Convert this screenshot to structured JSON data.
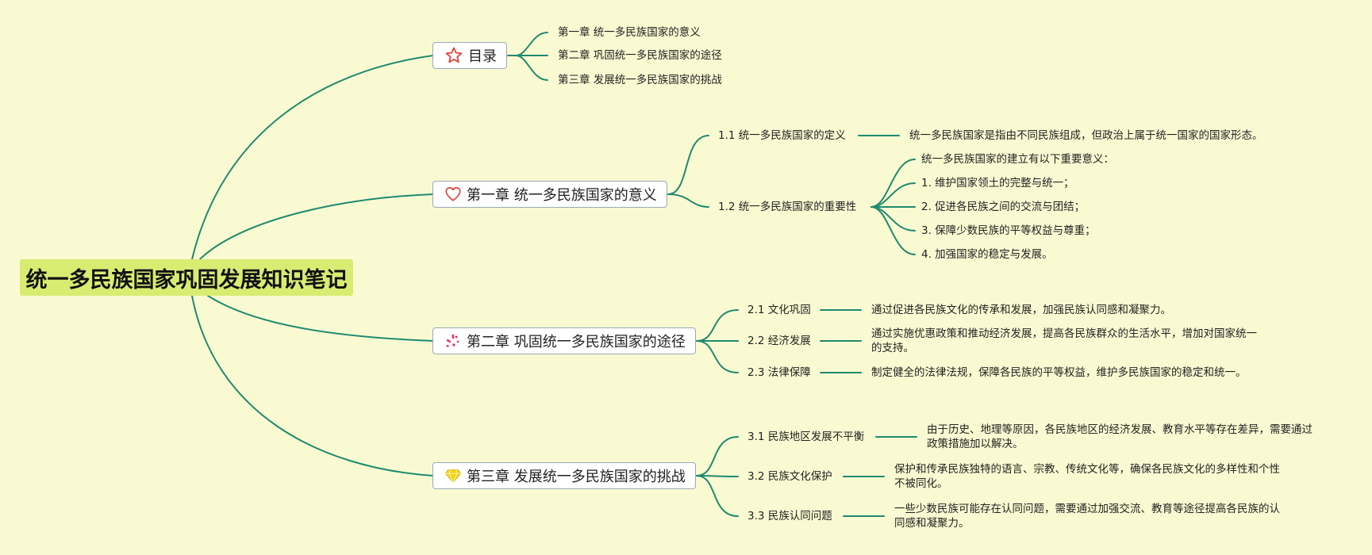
{
  "root": {
    "title": "统一多民族国家巩固发展知识笔记"
  },
  "toc": {
    "label": "目录",
    "items": [
      "第一章 统一多民族国家的意义",
      "第二章 巩固统一多民族国家的途径",
      "第三章 发展统一多民族国家的挑战"
    ]
  },
  "ch1": {
    "label": "第一章 统一多民族国家的意义",
    "s1": {
      "title": "1.1 统一多民族国家的定义",
      "desc": "统一多民族国家是指由不同民族组成，但政治上属于统一国家的国家形态。"
    },
    "s2": {
      "title": "1.2 统一多民族国家的重要性",
      "points": [
        "统一多民族国家的建立有以下重要意义：",
        "1. 维护国家领土的完整与统一；",
        "2. 促进各民族之间的交流与团结；",
        "3. 保障少数民族的平等权益与尊重；",
        "4. 加强国家的稳定与发展。"
      ]
    }
  },
  "ch2": {
    "label": "第二章 巩固统一多民族国家的途径",
    "s1": {
      "title": "2.1 文化巩固",
      "desc": "通过促进各民族文化的传承和发展，加强民族认同感和凝聚力。"
    },
    "s2": {
      "title": "2.2 经济发展",
      "desc": "通过实施优惠政策和推动经济发展，提高各民族群众的生活水平，增加对国家统一的支持。"
    },
    "s3": {
      "title": "2.3 法律保障",
      "desc": "制定健全的法律法规，保障各民族的平等权益，维护多民族国家的稳定和统一。"
    }
  },
  "ch3": {
    "label": "第三章 发展统一多民族国家的挑战",
    "s1": {
      "title": "3.1 民族地区发展不平衡",
      "desc": "由于历史、地理等原因，各民族地区的经济发展、教育水平等存在差异，需要通过政策措施加以解决。"
    },
    "s2": {
      "title": "3.2 民族文化保护",
      "desc": "保护和传承民族独特的语言、宗教、传统文化等，确保各民族文化的多样性和个性不被同化。"
    },
    "s3": {
      "title": "3.3 民族认同问题",
      "desc": "一些少数民族可能存在认同问题，需要通过加强交流、教育等途径提高各民族的认同感和凝聚力。"
    }
  },
  "colors": {
    "background": "#fafad2",
    "root_fill": "#d8ec72",
    "link": "#1e8a6e",
    "star_icon": "#e0443a",
    "heart_icon": "#e0443a",
    "wand_icon": "#e8306a",
    "diamond_icon": "#f2d21a"
  }
}
